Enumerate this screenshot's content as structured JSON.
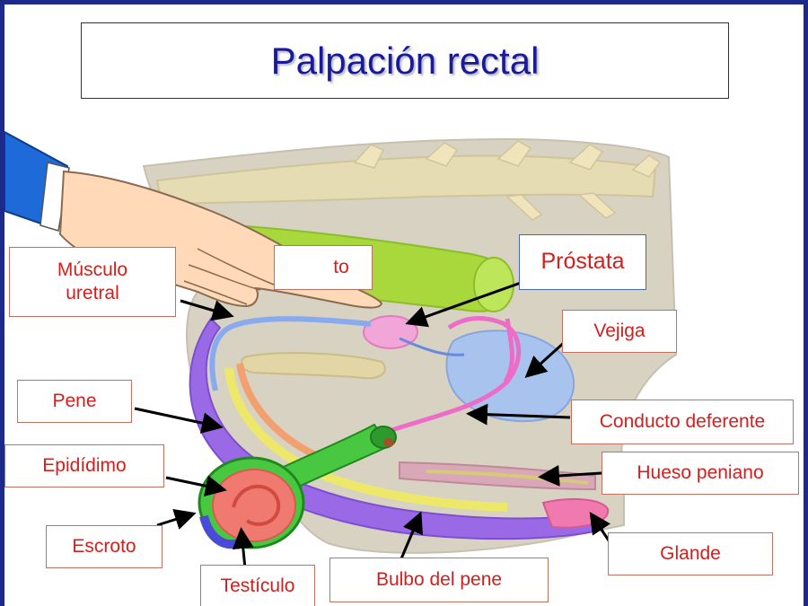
{
  "slide": {
    "title": "Palpación rectal",
    "background_color": "#1e2a8a",
    "label_text_color": "#d2201e"
  },
  "diagram": {
    "labels": {
      "musculo_uretral": "Músculo\nuretral",
      "prostata": "Próstata",
      "vejiga": "Vejiga",
      "pene": "Pene",
      "conducto_deferente": "Conducto deferente",
      "epididimo": "Epidídimo",
      "hueso_peniano": "Hueso peniano",
      "escroto": "Escroto",
      "glande": "Glande",
      "testiculo": "Testículo",
      "bulbo_del_pene": "Bulbo del pene",
      "recto_partial": "to"
    },
    "structures": [
      "hand-icon",
      "vertebral-column",
      "rectum",
      "pelvis",
      "prostate",
      "bladder",
      "vas-deferens",
      "penis",
      "urethra",
      "penile-bone",
      "testicle",
      "epididymis",
      "scrotum",
      "glans"
    ]
  }
}
